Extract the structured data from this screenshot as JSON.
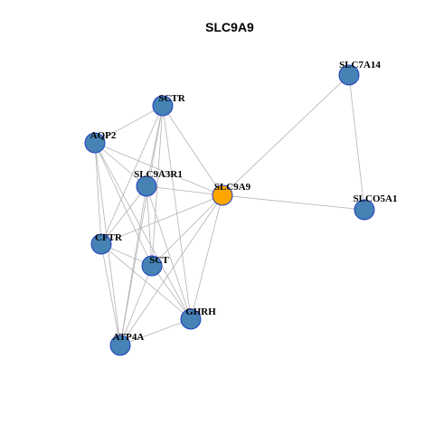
{
  "title": "SLC9A9",
  "colors": {
    "default_node": "#4682b4",
    "highlight_node": "#ffa500",
    "node_border": "#1f3fbf",
    "edge": "#b3b3b3"
  },
  "nodes": [
    {
      "id": "SLC9A9",
      "highlight": true
    },
    {
      "id": "SLC7A14",
      "highlight": false
    },
    {
      "id": "SCTR",
      "highlight": false
    },
    {
      "id": "AQP2",
      "highlight": false
    },
    {
      "id": "SLC9A3R1",
      "highlight": false
    },
    {
      "id": "SLCO5A1",
      "highlight": false
    },
    {
      "id": "CFTR",
      "highlight": false
    },
    {
      "id": "SCT",
      "highlight": false
    },
    {
      "id": "GHRH",
      "highlight": false
    },
    {
      "id": "ATP4A",
      "highlight": false
    }
  ],
  "edges": [
    [
      "SLC7A14",
      "SLC9A9"
    ],
    [
      "SLC7A14",
      "SLCO5A1"
    ],
    [
      "SLC9A9",
      "SLCO5A1"
    ],
    [
      "SCTR",
      "AQP2"
    ],
    [
      "SCTR",
      "SLC9A9"
    ],
    [
      "SCTR",
      "SLC9A3R1"
    ],
    [
      "SCTR",
      "CFTR"
    ],
    [
      "SCTR",
      "SCT"
    ],
    [
      "SCTR",
      "GHRH"
    ],
    [
      "SCTR",
      "ATP4A"
    ],
    [
      "AQP2",
      "SLC9A9"
    ],
    [
      "AQP2",
      "SLC9A3R1"
    ],
    [
      "AQP2",
      "CFTR"
    ],
    [
      "AQP2",
      "SCT"
    ],
    [
      "AQP2",
      "GHRH"
    ],
    [
      "AQP2",
      "ATP4A"
    ],
    [
      "SLC9A3R1",
      "SLC9A9"
    ],
    [
      "SLC9A3R1",
      "CFTR"
    ],
    [
      "SLC9A3R1",
      "SCT"
    ],
    [
      "SLC9A3R1",
      "GHRH"
    ],
    [
      "SLC9A3R1",
      "ATP4A"
    ],
    [
      "SLC9A9",
      "CFTR"
    ],
    [
      "SLC9A9",
      "SCT"
    ],
    [
      "SLC9A9",
      "GHRH"
    ],
    [
      "SLC9A9",
      "ATP4A"
    ],
    [
      "CFTR",
      "SCT"
    ],
    [
      "CFTR",
      "GHRH"
    ],
    [
      "CFTR",
      "ATP4A"
    ],
    [
      "SCT",
      "GHRH"
    ],
    [
      "SCT",
      "ATP4A"
    ],
    [
      "GHRH",
      "ATP4A"
    ]
  ]
}
